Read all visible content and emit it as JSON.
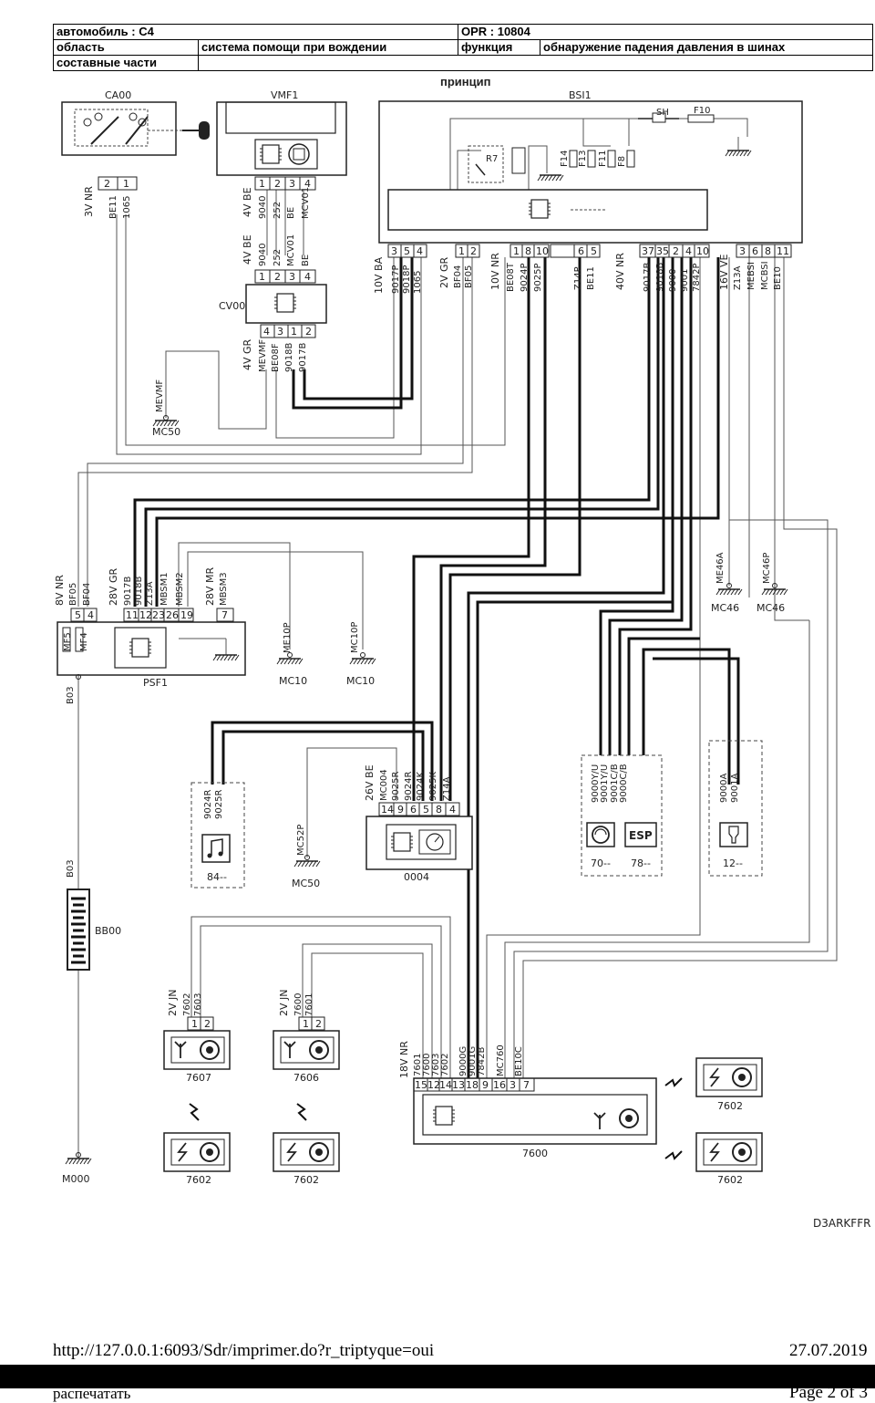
{
  "header": {
    "car_label": "автомобиль : C4",
    "opr_label": "OPR : 10804",
    "area_label": "область",
    "area_value": "система помощи при вождении",
    "function_label": "функция",
    "function_value": "обнаружение падения давления в шинах",
    "parts_label": "составные части",
    "parts_value": ""
  },
  "diagram": {
    "principle": "принцип",
    "code": "D3ARKFFR",
    "components": {
      "ca00": "CA00",
      "vmf1": "VMF1",
      "bsi1": "BSI1",
      "cv00": "CV00",
      "psf1": "PSF1",
      "c0004": "0004",
      "bb00": "BB00",
      "c7607": "7607",
      "c7606": "7606",
      "c7600": "7600",
      "c7602a": "7602",
      "c7602b": "7602",
      "c7602c": "7602",
      "c7602d": "7602",
      "c84": "84--",
      "c70": "70--",
      "c78": "78--",
      "c12": "12--",
      "esp": "ESP"
    },
    "fuses": {
      "sh": "SH",
      "f10": "F10",
      "f14": "F14",
      "f13": "F13",
      "f11": "F11",
      "f8": "F8",
      "r7": "R7",
      "mf5": "MF5",
      "mf4": "MF4"
    },
    "grounds": {
      "mc50a": "MC50",
      "mevmf": "MEVMF",
      "mc46a": "MC46",
      "me46a": "ME46A",
      "mc46b": "MC46",
      "mc46p": "MC46P",
      "mc10a": "MC10",
      "me10p": "ME10P",
      "mc10b": "MC10",
      "mc10p": "MC10P",
      "mc50b": "MC50",
      "mc52p": "MC52P",
      "m000": "M000"
    },
    "wires": {
      "b03a": "B03",
      "b03b": "B03"
    },
    "connectors": [
      {
        "id": "ca00",
        "title": "3V NR",
        "pins": [
          "2",
          "1"
        ],
        "signals": [
          "BE11",
          "1065"
        ]
      },
      {
        "id": "vmf1",
        "title": "4V BE",
        "pins": [
          "1",
          "2",
          "3",
          "4"
        ],
        "signals": [
          "9040",
          "252",
          "BE",
          "MCV01"
        ]
      },
      {
        "id": "cv00top",
        "title": "4V BE",
        "pins": [
          "1",
          "2",
          "3",
          "4"
        ],
        "signals": [
          "9040",
          "252",
          "MCV01",
          "BE"
        ]
      },
      {
        "id": "cv00bot",
        "title": "4V GR",
        "pins": [
          "4",
          "3",
          "1",
          "2"
        ],
        "signals": [
          "MEVMF",
          "BE08F",
          "9018B",
          "9017B"
        ]
      },
      {
        "id": "bsi_ba",
        "title": "10V BA",
        "pins": [
          "3",
          "5",
          "4"
        ],
        "signals": [
          "9017P",
          "9018P",
          "1065"
        ]
      },
      {
        "id": "bsi_gr",
        "title": "2V GR",
        "pins": [
          "1",
          "2"
        ],
        "signals": [
          "BF04",
          "BF05"
        ]
      },
      {
        "id": "bsi_nr10",
        "title": "10V NR",
        "pins": [
          "1",
          "8",
          "10"
        ],
        "signals": [
          "BE08T",
          "9024P",
          "9025P"
        ]
      },
      {
        "id": "bsi_z",
        "title": "",
        "pins": [
          "6",
          "5"
        ],
        "signals": [
          "Z14P",
          "BE11"
        ]
      },
      {
        "id": "bsi_nr40",
        "title": "40V NR",
        "pins": [
          "37",
          "35",
          "2",
          "4",
          "10"
        ],
        "signals": [
          "9017B",
          "9018B",
          "9000",
          "9001",
          "7842P"
        ]
      },
      {
        "id": "bsi_ve",
        "title": "16V VE",
        "pins": [
          "3",
          "6",
          "8",
          "11"
        ],
        "signals": [
          "Z13A",
          "MEBSI",
          "MCBSI",
          "BE10"
        ]
      },
      {
        "id": "psf_nr",
        "title": "8V NR",
        "pins": [
          "5",
          "4"
        ],
        "signals": [
          "BF05",
          "BF04"
        ]
      },
      {
        "id": "psf_gr",
        "title": "28V GR",
        "pins": [
          "11",
          "12",
          "23",
          "26",
          "19"
        ],
        "signals": [
          "9017B",
          "9018B",
          "Z13A",
          "MBSM1",
          "MBSM2"
        ]
      },
      {
        "id": "psf_mr",
        "title": "28V MR",
        "pins": [
          "7"
        ],
        "signals": [
          "MBSM3"
        ]
      },
      {
        "id": "c84",
        "title": "",
        "pins": [],
        "signals": [
          "9024R",
          "9025R"
        ]
      },
      {
        "id": "c0004",
        "title": "26V BE",
        "pins": [
          "14",
          "9",
          "6",
          "5",
          "8",
          "4"
        ],
        "signals": [
          "MC004",
          "9025R",
          "9024R",
          "9024K",
          "9025K",
          "Z14A"
        ]
      },
      {
        "id": "c70",
        "title": "",
        "pins": [],
        "signals": [
          "9000Y/U",
          "9001Y/U",
          "9001C/B",
          "9000C/B"
        ]
      },
      {
        "id": "c12",
        "title": "",
        "pins": [],
        "signals": [
          "9000A",
          "9001A"
        ]
      },
      {
        "id": "c7607",
        "title": "2V JN",
        "pins": [
          "1",
          "2"
        ],
        "signals": [
          "7602",
          "7603"
        ]
      },
      {
        "id": "c7606",
        "title": "2V JN",
        "pins": [
          "1",
          "2"
        ],
        "signals": [
          "7600",
          "7601"
        ]
      },
      {
        "id": "c7600",
        "title": "18V NR",
        "pins": [
          "15",
          "12",
          "14",
          "13",
          "18",
          "9",
          "16",
          "3",
          "7"
        ],
        "signals": [
          "7601",
          "7600",
          "7603",
          "7602",
          "9000G",
          "9001G",
          "7842B",
          "MC760",
          "BE10C"
        ]
      }
    ]
  },
  "footer": {
    "url": "http://127.0.0.1:6093/Sdr/imprimer.do?r_triptyque=oui",
    "date": "27.07.2019",
    "print": "распечатать",
    "page": "Page 2 of 3"
  }
}
